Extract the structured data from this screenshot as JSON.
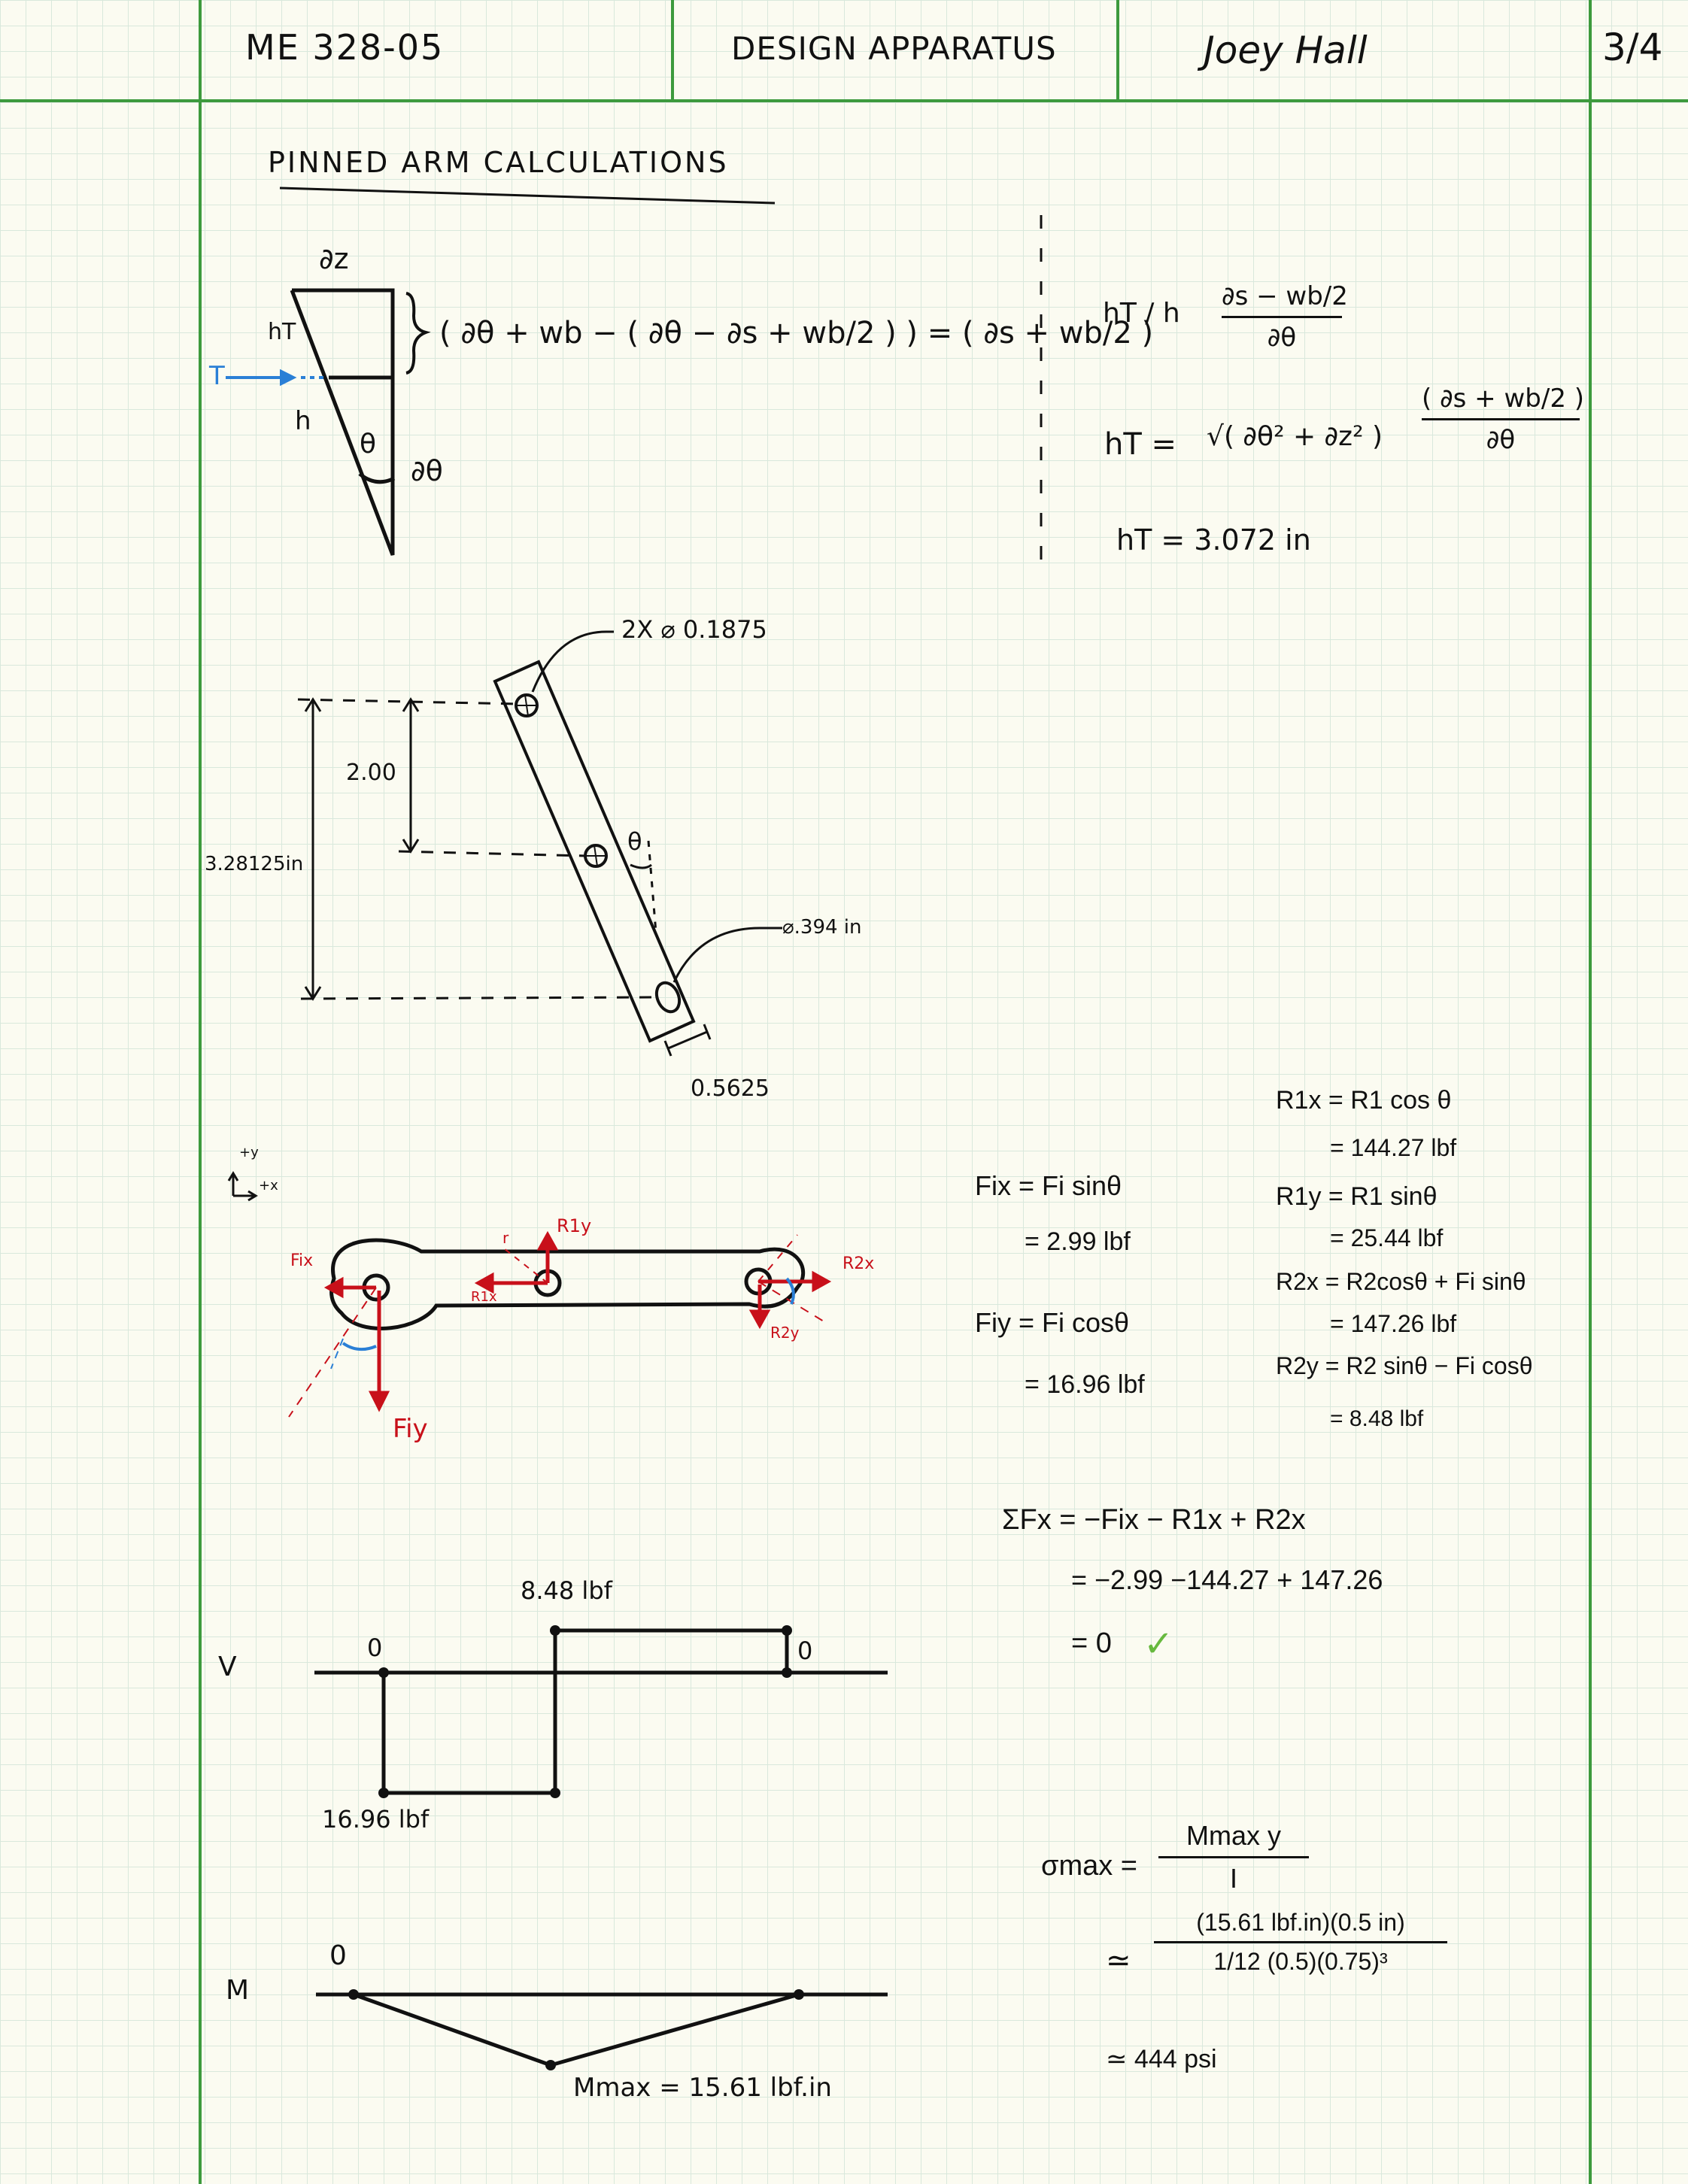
{
  "header": {
    "course": "ME 328-05",
    "project": "DESIGN APPARATUS",
    "author": "Joey Hall",
    "page": "3/4"
  },
  "section_title": "PINNED ARM CALCULATIONS",
  "triangle": {
    "top_label": "∂z",
    "left_top_label": "hT",
    "left_label": "h",
    "angle_label": "θ",
    "side_label": "∂θ",
    "tension_label": "T",
    "relation": "( ∂θ + wb − ( ∂θ − ∂s + wb/2 ) ) = ( ∂s + wb/2 )",
    "eq1_lhs": "hT / h",
    "eq1_num": "∂s − wb/2",
    "eq1_den": "∂θ",
    "eq2_lhs": "hT =",
    "eq2_root": "√( ∂θ² + ∂z² )",
    "eq2_num": "( ∂s + wb/2 )",
    "eq2_den": "∂θ",
    "eq3": "hT = 3.072 in"
  },
  "arm_drawing": {
    "hole_callout": "2X ⌀ 0.1875",
    "dim_inner": "2.00",
    "dim_outer": "3.28125in",
    "angle_label": "θ",
    "slot_callout": "⌀.394 in",
    "width_dim": "0.5625"
  },
  "fbd": {
    "axis_y": "+y",
    "axis_x": "+x",
    "label_fix": "Fix",
    "label_fiy": "Fiy",
    "label_r1x": "R1x",
    "label_r1y": "R1y",
    "label_r2x": "R2x",
    "label_r2y": "R2y",
    "label_r1": "r"
  },
  "forces": {
    "fix_eq": "Fix = Fi sinθ",
    "fix_val": "= 2.99 lbf",
    "fiy_eq": "Fiy = Fi cosθ",
    "fiy_val": "= 16.96 lbf",
    "r1x_eq": "R1x = R1 cos θ",
    "r1x_val": "= 144.27 lbf",
    "r1y_eq": "R1y = R1 sinθ",
    "r1y_val": "= 25.44 lbf",
    "r2x_eq": "R2x = R2cosθ + Fi sinθ",
    "r2x_val": "= 147.26 lbf",
    "r2y_eq": "R2y = R2 sinθ − Fi cosθ",
    "r2y_val": "= 8.48 lbf",
    "sum_eq": "ΣFx = −Fix − R1x + R2x",
    "sum_val": "= −2.99 −144.27 + 147.26",
    "sum_zero": "= 0",
    "check": "✓"
  },
  "shear": {
    "label": "V",
    "zero_left": "0",
    "zero_right": "0",
    "top_value": "8.48 lbf",
    "bottom_value": "16.96 lbf"
  },
  "moment": {
    "label": "M",
    "zero": "0",
    "max": "Mmax = 15.61 lbf.in"
  },
  "stress": {
    "lhs": "σmax =",
    "num": "Mmax y",
    "den": "I",
    "approx1": "≃",
    "num2": "(15.61 lbf.in)(0.5 in)",
    "den2": "1/12 (0.5)(0.75)³",
    "result": "≃ 444 psi"
  },
  "colors": {
    "margin_green": "#3d9a3d",
    "force_red": "#c8101a",
    "accent_blue": "#2a7fd6",
    "check_green": "#67b93e"
  }
}
